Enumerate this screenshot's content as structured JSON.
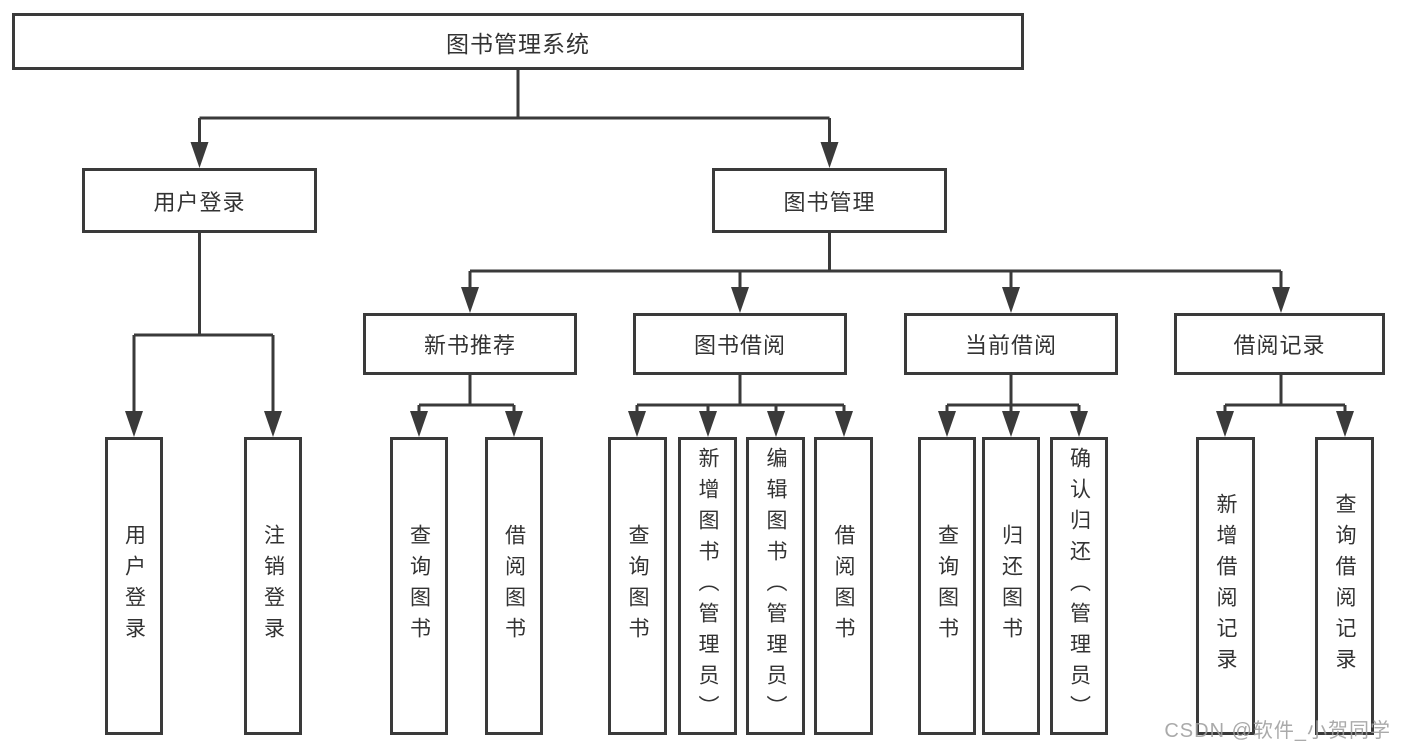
{
  "tree": {
    "label": "图书管理系统",
    "children": [
      {
        "label": "用户登录",
        "children": [
          {
            "label": "用户登录"
          },
          {
            "label": "注销登录"
          }
        ]
      },
      {
        "label": "图书管理",
        "children": [
          {
            "label": "新书推荐",
            "children": [
              {
                "label": "查询图书"
              },
              {
                "label": "借阅图书"
              }
            ]
          },
          {
            "label": "图书借阅",
            "children": [
              {
                "label": "查询图书"
              },
              {
                "label": "新增图书（管理员）"
              },
              {
                "label": "编辑图书（管理员）"
              },
              {
                "label": "借阅图书"
              }
            ]
          },
          {
            "label": "当前借阅",
            "children": [
              {
                "label": "查询图书"
              },
              {
                "label": "归还图书"
              },
              {
                "label": "确认归还（管理员）"
              }
            ]
          },
          {
            "label": "借阅记录",
            "children": [
              {
                "label": "新增借阅记录"
              },
              {
                "label": "查询借阅记录"
              }
            ]
          }
        ]
      }
    ]
  },
  "watermark": {
    "text": "CSDN @软件_小贺同学"
  },
  "colors": {
    "line": "#3a3a3a",
    "text": "#333333",
    "background": "#ffffff",
    "watermark": "#9e9e9e"
  }
}
